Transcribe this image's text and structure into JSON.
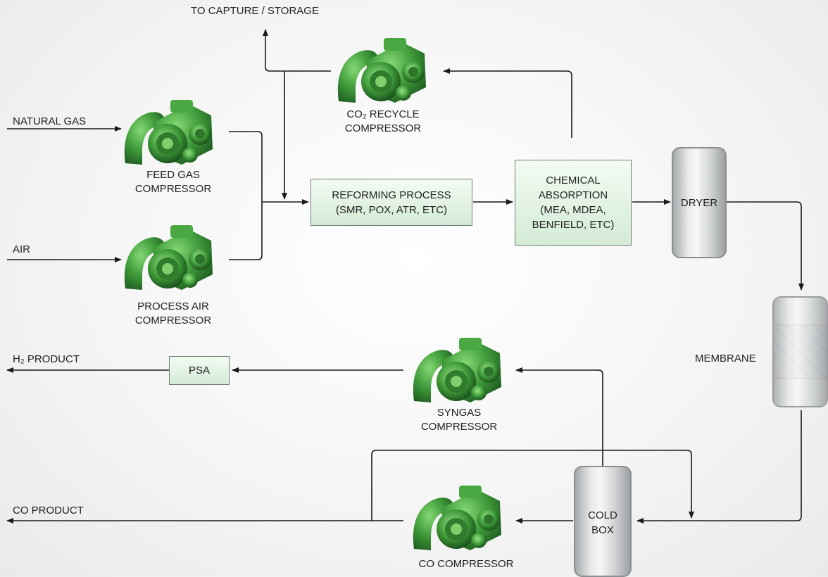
{
  "streams": {
    "to_capture": "TO CAPTURE / STORAGE",
    "natural_gas": "NATURAL GAS",
    "air": "AIR",
    "h2_product": "H₂ PRODUCT",
    "co_product": "CO PRODUCT"
  },
  "compressors": {
    "co2_recycle": {
      "line1": "CO₂ RECYCLE",
      "line2": "COMPRESSOR"
    },
    "feed_gas": {
      "line1": "FEED GAS",
      "line2": "COMPRESSOR"
    },
    "process_air": {
      "line1": "PROCESS AIR",
      "line2": "COMPRESSOR"
    },
    "syngas": {
      "line1": "SYNGAS",
      "line2": "COMPRESSOR"
    },
    "co": {
      "line1": "CO COMPRESSOR"
    }
  },
  "boxes": {
    "reforming": {
      "line1": "REFORMING PROCESS",
      "line2": "(SMR, POX, ATR, ETC)"
    },
    "absorption": {
      "line1": "CHEMICAL",
      "line2": "ABSORPTION",
      "line3": "(MEA, MDEA,",
      "line4": "BENFIELD, ETC)"
    },
    "psa": "PSA"
  },
  "vessels": {
    "dryer": "DRYER",
    "membrane": "MEMBRANE",
    "cold_box": {
      "line1": "COLD",
      "line2": "BOX"
    }
  },
  "icons": {
    "compressor": "compressor-icon"
  },
  "colors": {
    "compressor": "#3f9a3a",
    "box_fill": "#dff0e0",
    "line": "#1a1a1a"
  }
}
